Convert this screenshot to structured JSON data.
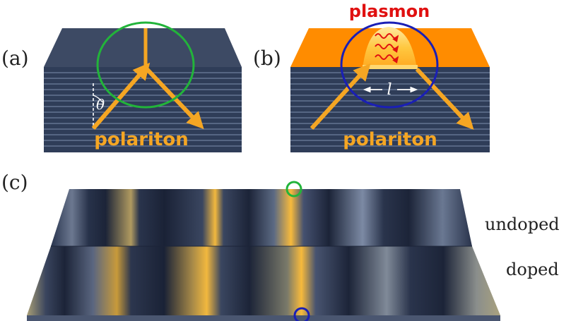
{
  "figure": {
    "colors": {
      "slab_top": "#3b4a66",
      "slab_side": "#2f3d58",
      "layer_line": "#7d8fae",
      "gold": "#f5a623",
      "orange_top": "#ff8c00",
      "green_circle": "#22b43a",
      "blue_circle": "#1a1fb5",
      "plasmon_red": "#e01010"
    },
    "panel_a": {
      "label": "(a)",
      "angle_symbol": "θ",
      "beam_label": "polariton"
    },
    "panel_b": {
      "label": "(b)",
      "plasmon_label": "plasmon",
      "length_symbol": "l",
      "beam_label": "polariton"
    },
    "panel_c": {
      "label": "(c)",
      "row_top_label": "undoped",
      "row_bottom_label": "doped"
    }
  }
}
